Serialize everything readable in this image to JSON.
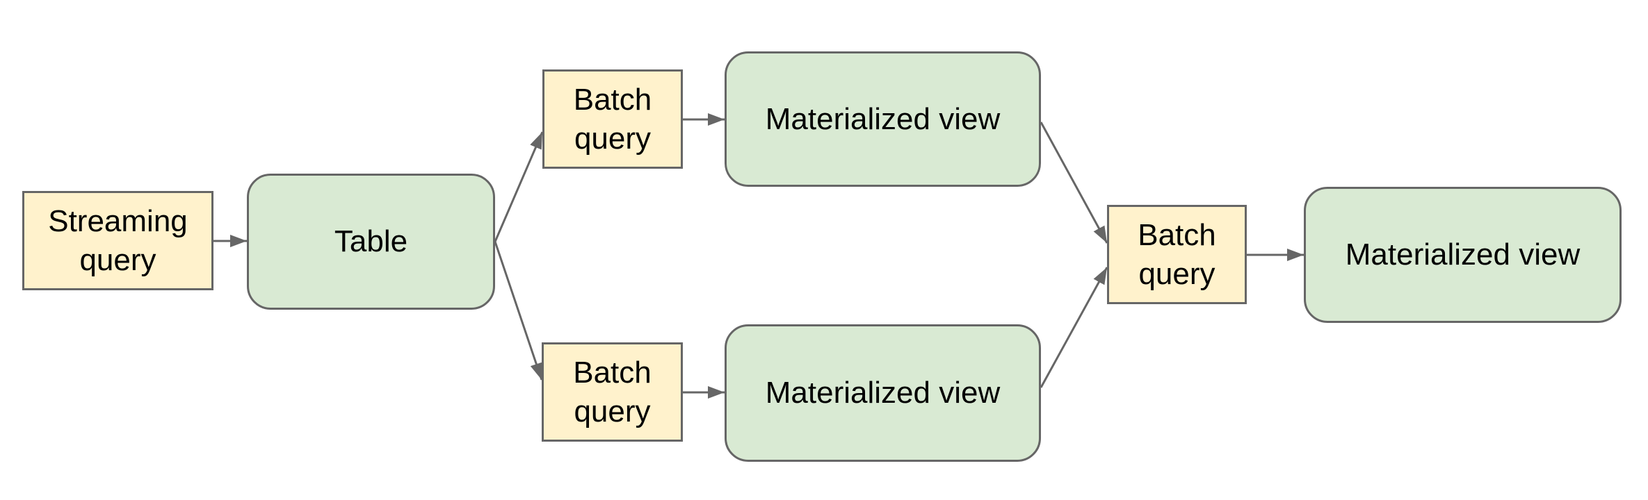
{
  "diagram": {
    "type": "flowchart",
    "background": "#ffffff",
    "colors": {
      "query_fill": "#fff2cc",
      "view_fill": "#d9ead3",
      "border": "#666666",
      "arrow": "#666666",
      "text": "#000000"
    },
    "nodes": {
      "streaming_query": {
        "label": "Streaming query",
        "shape": "rectangle",
        "fill": "#fff2cc"
      },
      "table": {
        "label": "Table",
        "shape": "rounded-rectangle",
        "fill": "#d9ead3"
      },
      "batch_query_top": {
        "label": "Batch query",
        "shape": "rectangle",
        "fill": "#fff2cc"
      },
      "materialized_view_top": {
        "label": "Materialized view",
        "shape": "rounded-rectangle",
        "fill": "#d9ead3"
      },
      "batch_query_bottom": {
        "label": "Batch query",
        "shape": "rectangle",
        "fill": "#fff2cc"
      },
      "materialized_view_bottom": {
        "label": "Materialized view",
        "shape": "rounded-rectangle",
        "fill": "#d9ead3"
      },
      "batch_query_right": {
        "label": "Batch query",
        "shape": "rectangle",
        "fill": "#fff2cc"
      },
      "materialized_view_right": {
        "label": "Materialized view",
        "shape": "rounded-rectangle",
        "fill": "#d9ead3"
      }
    },
    "edges": [
      {
        "from": "streaming_query",
        "to": "table"
      },
      {
        "from": "table",
        "to": "batch_query_top"
      },
      {
        "from": "table",
        "to": "batch_query_bottom"
      },
      {
        "from": "batch_query_top",
        "to": "materialized_view_top"
      },
      {
        "from": "batch_query_bottom",
        "to": "materialized_view_bottom"
      },
      {
        "from": "materialized_view_top",
        "to": "batch_query_right"
      },
      {
        "from": "materialized_view_bottom",
        "to": "batch_query_right"
      },
      {
        "from": "batch_query_right",
        "to": "materialized_view_right"
      }
    ]
  }
}
